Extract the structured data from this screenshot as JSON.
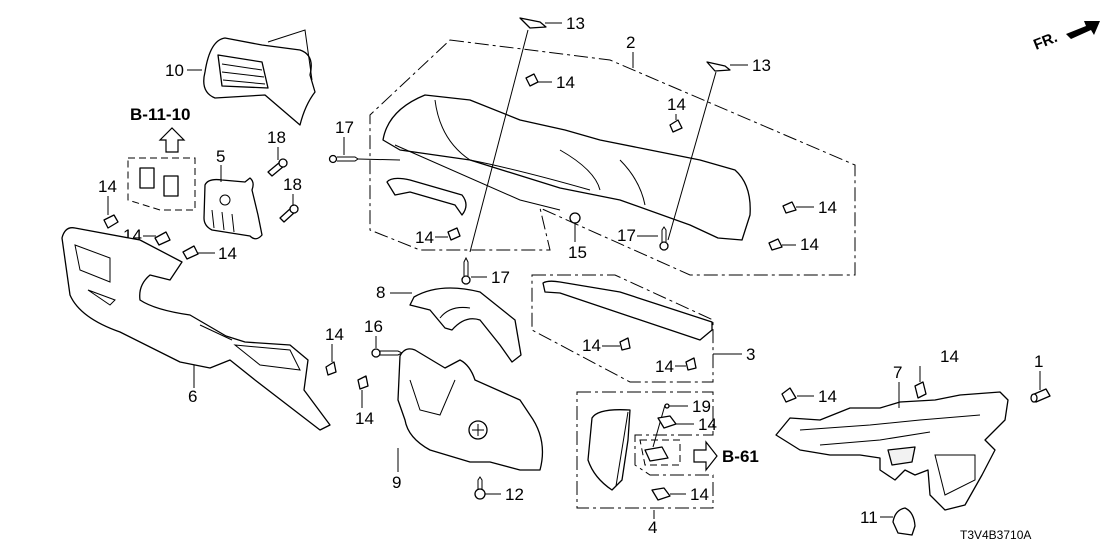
{
  "diagram": {
    "title": "Instrument panel garnish / lower cover parts diagram",
    "diagram_code": "T3V4B3710A",
    "direction_indicator": "FR.",
    "section_refs": [
      {
        "id": "ref-b-11-10",
        "label": "B-11-10",
        "arrow": "up"
      },
      {
        "id": "ref-b-61",
        "label": "B-61",
        "arrow": "right"
      }
    ],
    "callouts": [
      {
        "num": "1"
      },
      {
        "num": "2"
      },
      {
        "num": "3"
      },
      {
        "num": "4"
      },
      {
        "num": "5"
      },
      {
        "num": "6"
      },
      {
        "num": "7"
      },
      {
        "num": "8"
      },
      {
        "num": "9"
      },
      {
        "num": "10"
      },
      {
        "num": "11"
      },
      {
        "num": "12"
      },
      {
        "num": "13"
      },
      {
        "num": "14"
      },
      {
        "num": "15"
      },
      {
        "num": "16"
      },
      {
        "num": "17"
      },
      {
        "num": "18"
      },
      {
        "num": "19"
      }
    ],
    "labels": {
      "c1": "1",
      "c2": "2",
      "c3": "3",
      "c4": "4",
      "c5": "5",
      "c6": "6",
      "c7": "7",
      "c8": "8",
      "c9": "9",
      "c10": "10",
      "c11": "11",
      "c12": "12",
      "c13": "13",
      "c14": "14",
      "c15": "15",
      "c16": "16",
      "c17": "17",
      "c18": "18",
      "c19": "19"
    }
  }
}
